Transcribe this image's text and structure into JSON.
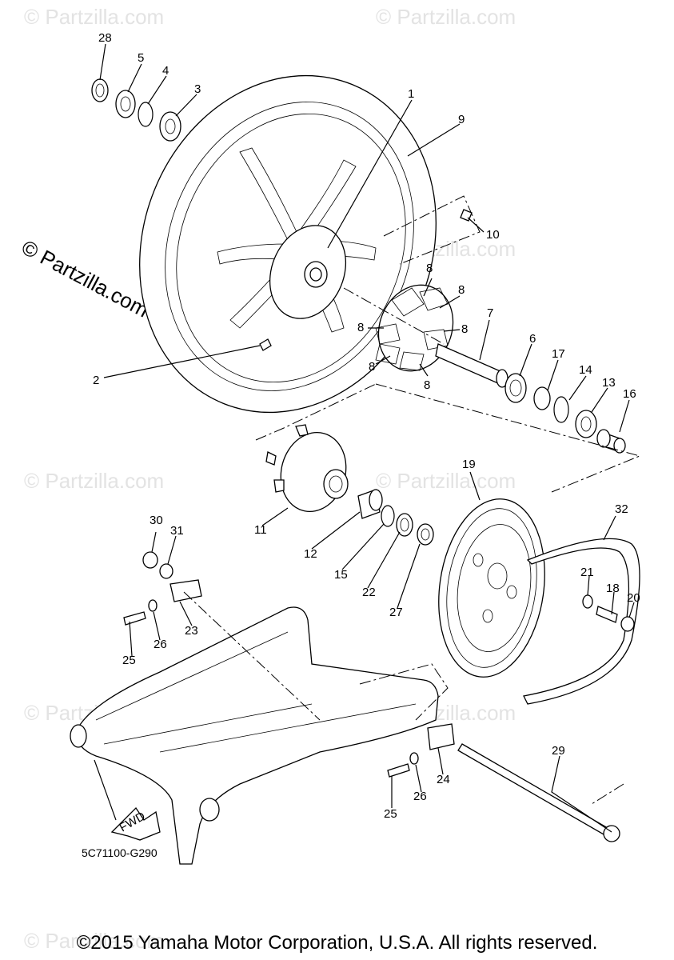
{
  "diagram": {
    "drawing_code": "5C71100-G290",
    "fwd_label": "FWD",
    "watermark_side": "© Partzilla.com",
    "watermark_faint": "© Partzilla.com",
    "copyright": "©2015 Yamaha Motor Corporation, U.S.A. All rights reserved.",
    "callouts": {
      "c1": "1",
      "c2": "2",
      "c3": "3",
      "c4": "4",
      "c5": "5",
      "c6": "6",
      "c7": "7",
      "c8a": "8",
      "c8b": "8",
      "c8c": "8",
      "c8d": "8",
      "c8e": "8",
      "c8f": "8",
      "c9": "9",
      "c10": "10",
      "c11": "11",
      "c12": "12",
      "c13": "13",
      "c14": "14",
      "c15": "15",
      "c16": "16",
      "c17": "17",
      "c18": "18",
      "c19": "19",
      "c20": "20",
      "c21": "21",
      "c22": "22",
      "c23": "23",
      "c24": "24",
      "c25a": "25",
      "c25b": "25",
      "c26a": "26",
      "c26b": "26",
      "c27": "27",
      "c28": "28",
      "c29": "29",
      "c30": "30",
      "c31": "31",
      "c32": "32"
    }
  }
}
